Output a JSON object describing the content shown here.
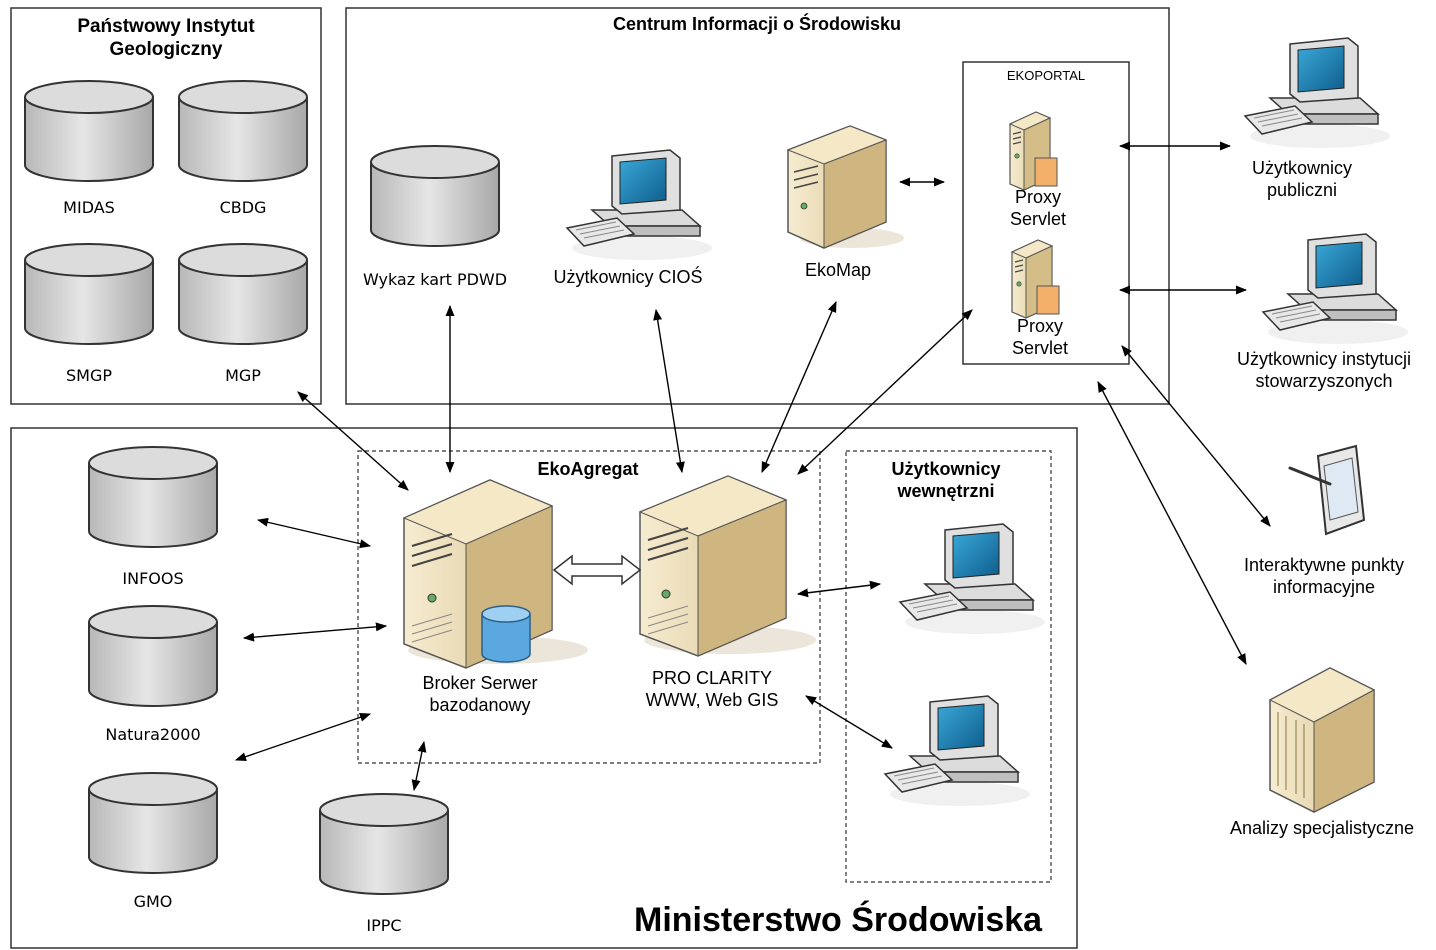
{
  "groups": {
    "pig": "Państwowy Instytut Geologiczny",
    "cios": "Centrum Informacji o Środowisku",
    "ekoportal": "EKOPORTAL",
    "ministerstwo": "Ministerstwo Środowiska",
    "ekoagregat": "EkoAgregat",
    "internal_users": "Użytkownicy wewnętrzni"
  },
  "databases": {
    "midas": "MIDAS",
    "cbdg": "CBDG",
    "smgp": "SMGP",
    "mgp": "MGP",
    "wykaz": "Wykaz kart PDWD",
    "infoos": "INFOOS",
    "natura": "Natura2000",
    "gmo": "GMO",
    "ippc": "IPPC"
  },
  "nodes": {
    "cios_users": "Użytkownicy CIOŚ",
    "ekomap": "EkoMap",
    "proxy1": "Proxy Servlet",
    "proxy2": "Proxy Servlet",
    "broker": "Broker Serwer bazodanowy",
    "proclarity": "PRO CLARITY WWW, Web GIS",
    "public_users": "Użytkownicy publiczni",
    "assoc_users": "Użytkownicy instytucji stowarzyszonych",
    "kiosks": "Interaktywne punkty informacyjne",
    "analysis": "Analizy specjalistyczne"
  },
  "icons": [
    "database-cylinder-icon",
    "desktop-computer-icon",
    "tower-server-icon",
    "tablet-icon",
    "rack-server-icon"
  ],
  "colors": {
    "cylinder_fill": "#d4d4d4",
    "server_fill": "#eddcb3",
    "monitor_screen": "#1e8dc0",
    "tablet_screen": "#dfe9f3",
    "db_blue": "#5aa8df"
  }
}
